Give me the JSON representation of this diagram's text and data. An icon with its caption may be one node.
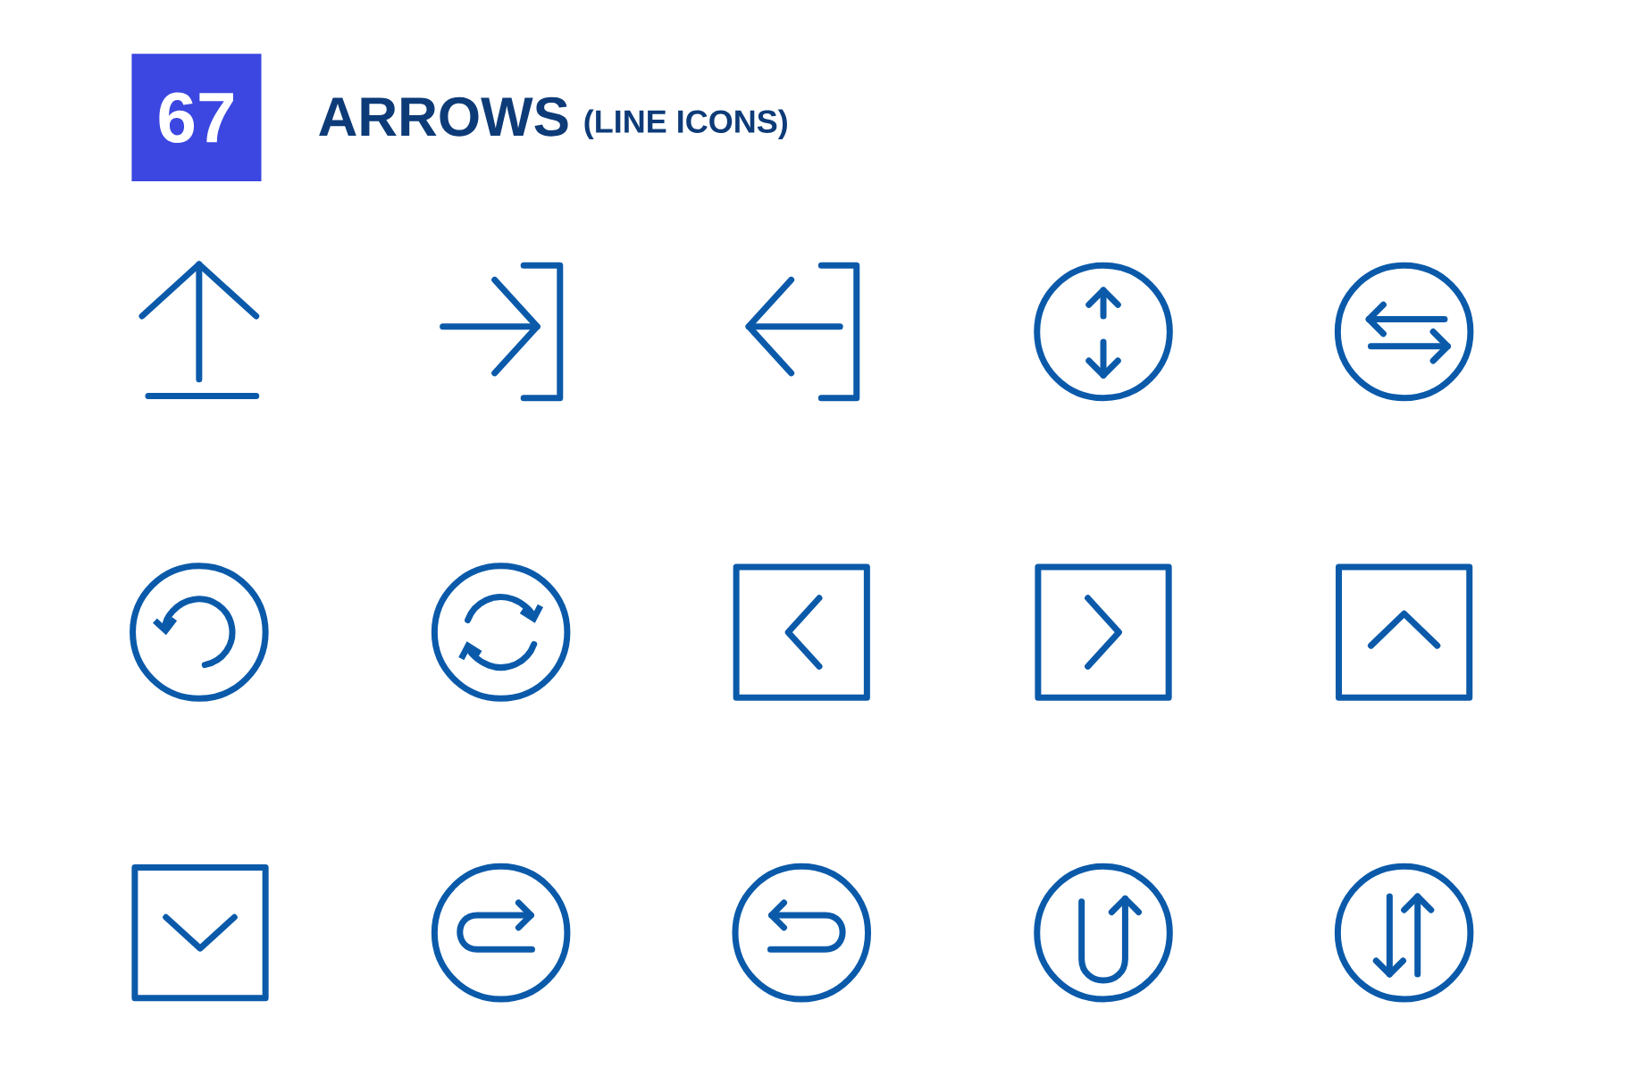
{
  "diagram": {
    "title": "ARROWS",
    "nodes": [
      {
        "text": [
          "67"
        ]
      }
    ],
    "labels": [
      "(LINE ICONS)"
    ]
  }
}
